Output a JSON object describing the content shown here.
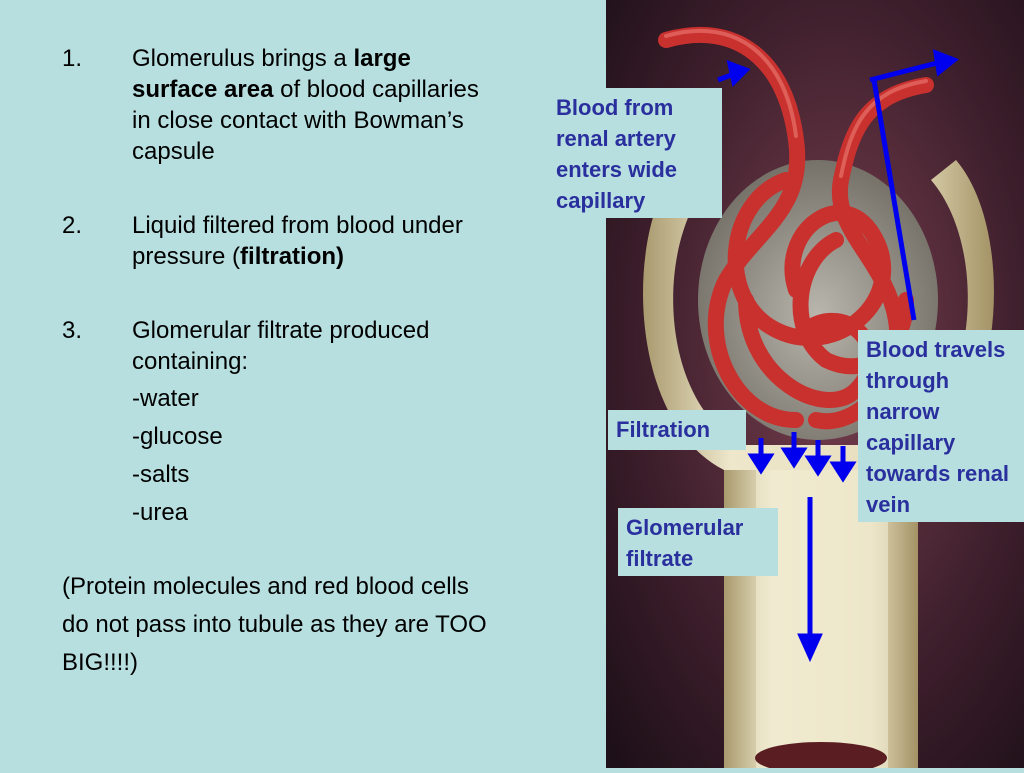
{
  "list": {
    "item1": {
      "num": "1.",
      "pre": "Glomerulus brings a ",
      "bold": "large surface area",
      "post": " of blood capillaries in close contact with Bowman’s capsule"
    },
    "item2": {
      "num": "2.",
      "pre": "Liquid filtered from blood under pressure (",
      "bold": "filtration)",
      "post": ""
    },
    "item3": {
      "num": "3.",
      "text": "Glomerular filtrate produced containing:"
    },
    "subitems": [
      "-water",
      "-glucose",
      "-salts",
      "-urea"
    ]
  },
  "note": "(Protein molecules and red blood cells do not pass into tubule as they are TOO BIG!!!!)",
  "labels": {
    "artery": "Blood from renal artery enters wide capillary",
    "vein": "Blood travels through narrow capillary towards renal vein",
    "filtration": "Filtration",
    "filtrate": "Glomerular filtrate"
  },
  "colors": {
    "background": "#b7dfe0",
    "label_text": "#2a2f9e",
    "arrow": "#0000ee",
    "capillary": "#c8312e",
    "tubule": "#e6ddbb"
  }
}
